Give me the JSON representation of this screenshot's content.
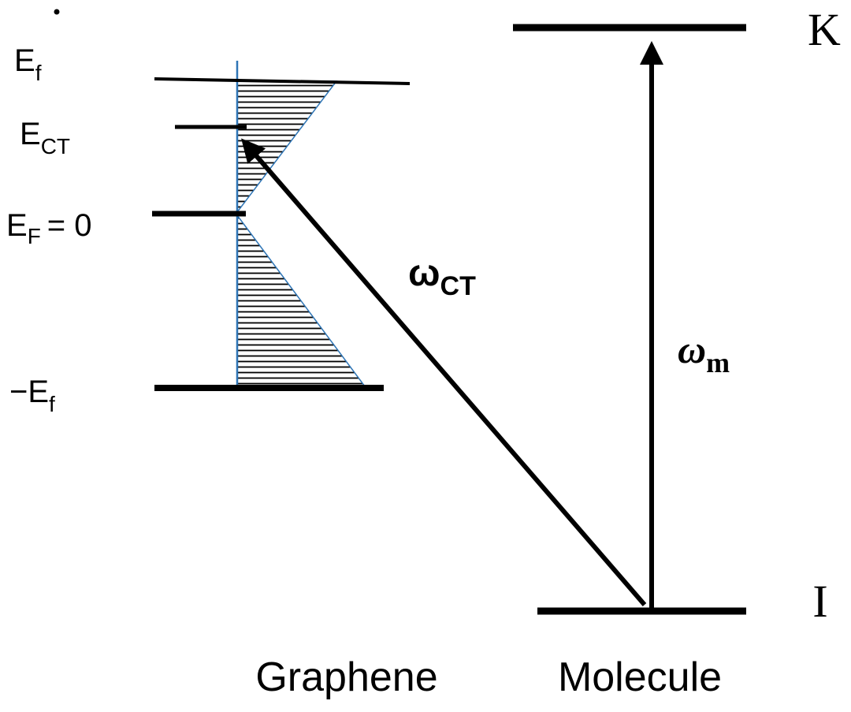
{
  "diagram": {
    "left_column_label": "Graphene",
    "right_column_label": "Molecule",
    "levels": {
      "ef_upper": {
        "main": "E",
        "sub": "f"
      },
      "ect": {
        "main": "E",
        "sub": "CT"
      },
      "ef_zero": {
        "main": "E",
        "sub": "F",
        "rest": "= 0"
      },
      "ef_lower": {
        "main": "−E",
        "sub": "f"
      },
      "state_k": "K",
      "state_i": "I"
    },
    "transitions": {
      "omega_ct": {
        "main": "ω",
        "sub": "CT"
      },
      "omega_m": {
        "main": "ω",
        "sub": "m"
      }
    },
    "colors": {
      "ink": "#000000",
      "cone_outline": "#2e75b6"
    }
  }
}
